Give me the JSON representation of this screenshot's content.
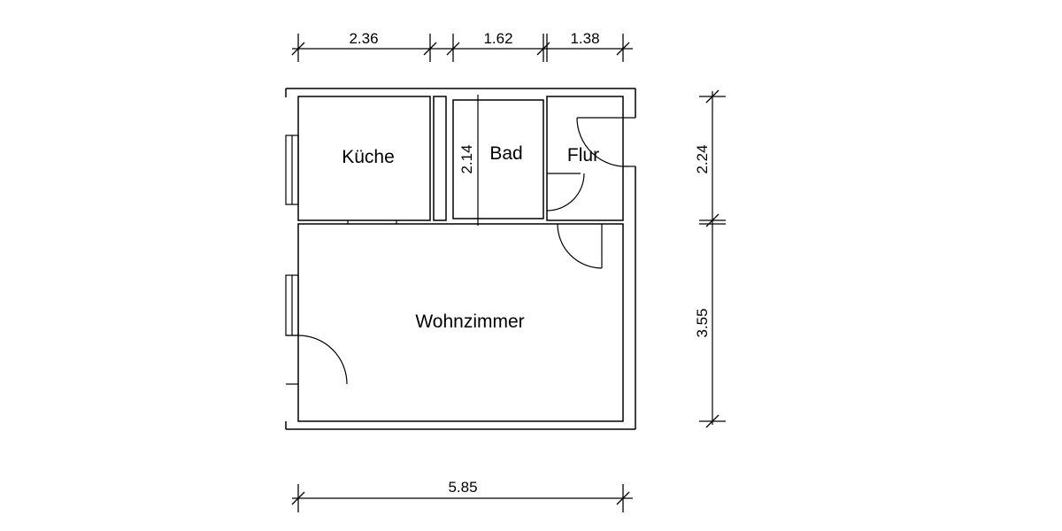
{
  "rooms": {
    "kueche": "Küche",
    "bad": "Bad",
    "flur": "Flur",
    "wohnzimmer": "Wohnzimmer"
  },
  "dimensions": {
    "top_1": "2.36",
    "top_2": "1.62",
    "top_3": "1.38",
    "right_upper": "2.24",
    "right_lower": "3.55",
    "bottom_total": "5.85",
    "bad_inner": "2.14"
  }
}
